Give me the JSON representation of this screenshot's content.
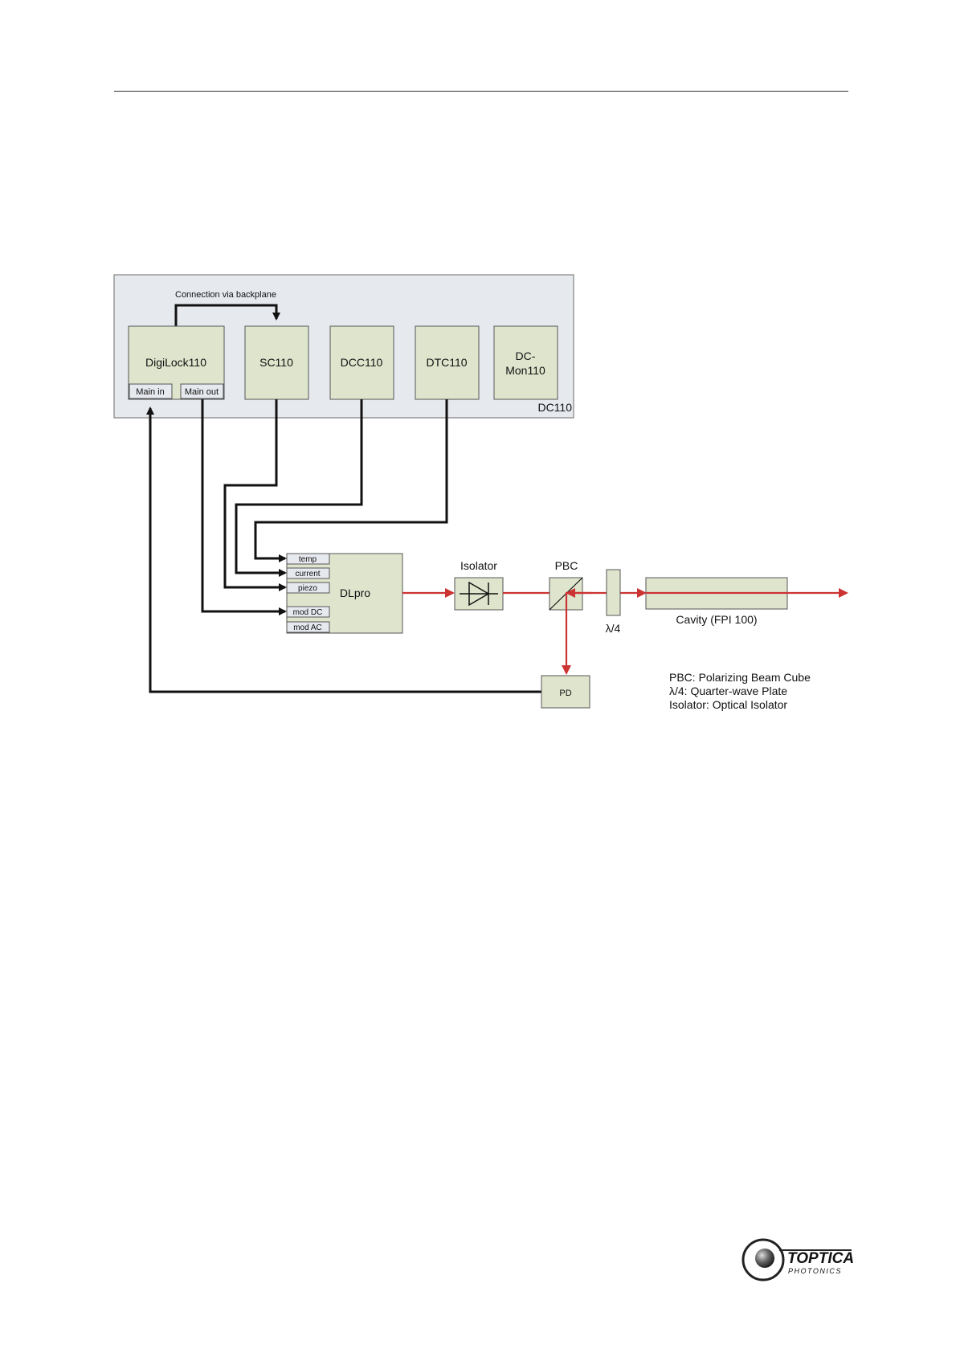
{
  "diagram": {
    "rack_label": "DC110",
    "backplane_label": "Connection via backplane",
    "modules": {
      "digilock": "DigiLock110",
      "sc": "SC110",
      "dcc": "DCC110",
      "dtc": "DTC110",
      "dcmon_line1": "DC-",
      "dcmon_line2": "Mon110"
    },
    "ports": {
      "main_in": "Main in",
      "main_out": "Main out"
    },
    "dlpro": {
      "label": "DLpro",
      "inputs": [
        "temp",
        "current",
        "piezo",
        "mod DC",
        "mod AC"
      ]
    },
    "optics": {
      "isolator": "Isolator",
      "pbc": "PBC",
      "waveplate": "λ/4",
      "cavity": "Cavity (FPI 100)",
      "pd": "PD"
    },
    "legend": [
      "PBC: Polarizing Beam Cube",
      "λ/4: Quarter-wave Plate",
      "Isolator: Optical Isolator"
    ],
    "colors": {
      "beam": "#cc3333",
      "module": "#dfe5cd",
      "rack": "#e6e9ee",
      "wire": "#111111"
    }
  },
  "logo": {
    "name": "TOPTICA",
    "sub": "PHOTONICS"
  }
}
